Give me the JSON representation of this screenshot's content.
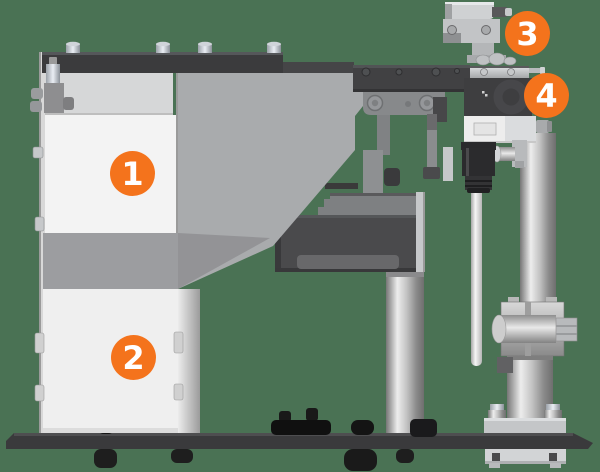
{
  "diagram": {
    "background_color": "#4A7254",
    "callout_fill_color": "#F4731C",
    "callout_text_color": "#FFFFFF",
    "callouts": [
      {
        "label": "1"
      },
      {
        "label": "2"
      },
      {
        "label": "3"
      },
      {
        "label": "4"
      }
    ]
  }
}
